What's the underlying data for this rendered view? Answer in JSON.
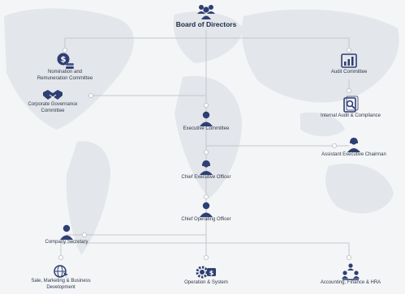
{
  "colors": {
    "accent": "#2e3f73",
    "line": "#c3c8cf",
    "land": "#e3e6ea",
    "background": "#f4f5f7"
  },
  "nodes": {
    "board": {
      "label": "Board of Directors",
      "icon": "group-icon"
    },
    "nomination": {
      "label_line1": "Nomination and",
      "label_line2": "Remuneration Committee",
      "icon": "money-coins-icon"
    },
    "audit": {
      "label": "Audit Committee",
      "icon": "chart-report-icon"
    },
    "governance": {
      "label_line1": "Corporate Governance",
      "label_line2": "Committee",
      "icon": "handshake-icon"
    },
    "internal_audit": {
      "label": "Internal Audit & Compliance",
      "icon": "document-search-icon"
    },
    "executive_committee": {
      "label": "Executive Committee",
      "icon": "person-icon"
    },
    "assistant_chairman": {
      "label": "Assistant Executive Chairman",
      "icon": "person-female-icon"
    },
    "ceo": {
      "label": "Chief Executive Officer",
      "icon": "person-female-icon"
    },
    "coo": {
      "label": "Chief Operating Officer",
      "icon": "person-icon"
    },
    "secretary": {
      "label": "Company Secretary",
      "icon": "person-icon"
    },
    "sales": {
      "label_line1": "Sale, Marketing & Business",
      "label_line2": "Development",
      "icon": "globe-cursor-icon"
    },
    "operations": {
      "label": "Operation & System",
      "icon": "gears-money-icon"
    },
    "accounting": {
      "label": "Accounting, Finance & HRA",
      "icon": "team-hierarchy-icon"
    }
  }
}
